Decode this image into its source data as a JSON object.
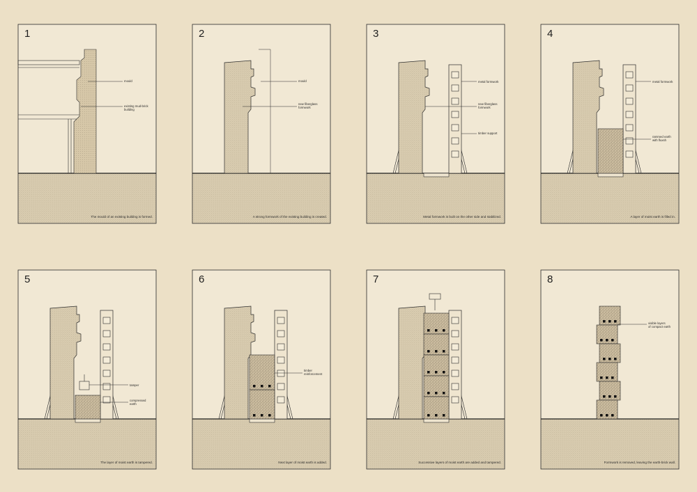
{
  "panels": [
    {
      "number": "1",
      "labels": [
        "mould",
        "existing mud-brick\nbuilding"
      ],
      "caption": "The mould of an existing building is formed."
    },
    {
      "number": "2",
      "labels": [
        "mould",
        "new fiberglass\nformwork"
      ],
      "caption": "A strong formwork of the existing building is created."
    },
    {
      "number": "3",
      "labels": [
        "metal formwork",
        "new fiberglass\nformwork",
        "timber support"
      ],
      "caption": "Metal formwork is built on the other side and stabilized."
    },
    {
      "number": "4",
      "labels": [
        "metal formwork",
        "rammed earth\nwith fluxsh"
      ],
      "caption": "A layer of moist earth is filled in."
    },
    {
      "number": "5",
      "labels": [
        "tamper",
        "compressed\nearth"
      ],
      "caption": "The layer of moist earth is tampered."
    },
    {
      "number": "6",
      "labels": [
        "timber\nreinforcement"
      ],
      "caption": "Next layer of moist earth is added."
    },
    {
      "number": "7",
      "labels": [],
      "caption": "Successive layers of moist earth are added and tampered."
    },
    {
      "number": "8",
      "labels": [
        "visible layers\nof compact earth"
      ],
      "caption": "Formwork is removed, leaving the earth-brick wall."
    }
  ],
  "colors": {
    "background": "#ece0c6",
    "panel": "#f1e8d4",
    "ground": "#e8dcc1",
    "line": "#2a2a2a",
    "formwork_fill": "#d8c9ab",
    "earth_fill": "#c9baa0"
  }
}
